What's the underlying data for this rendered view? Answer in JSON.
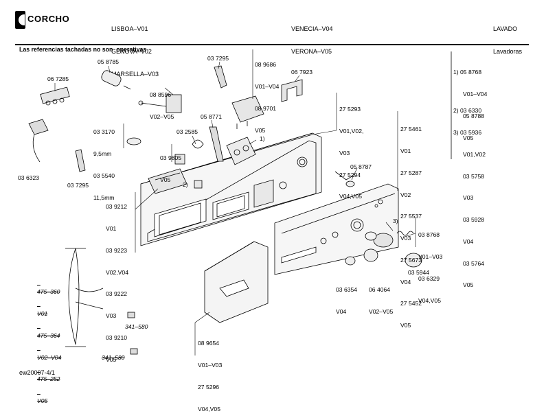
{
  "header": {
    "brand": "CORCHO",
    "models_col1": [
      "LISBOA–V01",
      "GENOVA–V02",
      "MARSELLA–V03"
    ],
    "models_col2": [
      "VENECIA–V04",
      "VERONA–V05"
    ],
    "category": [
      "LAVADO",
      "Lavadoras"
    ]
  },
  "note": "Las referencias tachadas no son  operativas",
  "footer": "ew20007-4/1",
  "right_list": {
    "group1": [
      "1) 05 8768",
      "V01–V04",
      "05 8788",
      "V05"
    ],
    "group2": [
      "2) 03 6330",
      "3) 03 5936",
      "V01,V02",
      "03 5758",
      "V03",
      "03 5928",
      "V04",
      "03 5764",
      "V05"
    ]
  },
  "labels": {
    "l_067285": "06 7285",
    "l_058785": "05 8785",
    "l_088596": [
      "08 8596",
      "V02–V05"
    ],
    "l_037295a": "03 7295",
    "l_089686": [
      "08 9686",
      "V01–V04",
      "08 9701",
      "V05"
    ],
    "l_067923": "06 7923",
    "l_033170": [
      "03 3170",
      "9,5mm",
      "03 5540",
      "11,5mm"
    ],
    "l_058771": "05 8771",
    "l_032585": "03 2585",
    "l_039805": [
      "03 9805",
      "V05"
    ],
    "l_one": "1)",
    "l_275293": [
      "27 5293",
      "V01,V02,",
      "V03",
      "27 5294",
      "V04,V05"
    ],
    "l_275461": [
      "27 5461",
      "V01",
      "27 5287",
      "V02",
      "27 5537",
      "V03",
      "27 5673",
      "V04",
      "27 5452",
      "V05"
    ],
    "l_036323": "03 6323",
    "l_037295b": "03 7295",
    "l_two": "2)",
    "l_058787": "05 8787",
    "l_039212": [
      "03 9212",
      "V01",
      "03 9223",
      "V02,V04",
      "03 9222",
      "V03",
      "03 9210",
      "V05"
    ],
    "l_three": "3)",
    "l_038768": [
      "03 8768",
      "V01–V03",
      "03 6329",
      "V04,V05"
    ],
    "l_036354": [
      "03 6354",
      "V04"
    ],
    "l_064064": [
      "06 4064",
      "V02–V05"
    ],
    "l_035944": "03 5944",
    "l_089654": [
      "08 9654",
      "V01–V03",
      "27 5296",
      "V04,V05"
    ],
    "l_harness": [
      "475–360",
      "V01",
      "475–364",
      "V02–V04",
      "475–252",
      "V05"
    ],
    "l_341a": "341–580",
    "l_341b": "341–580"
  }
}
